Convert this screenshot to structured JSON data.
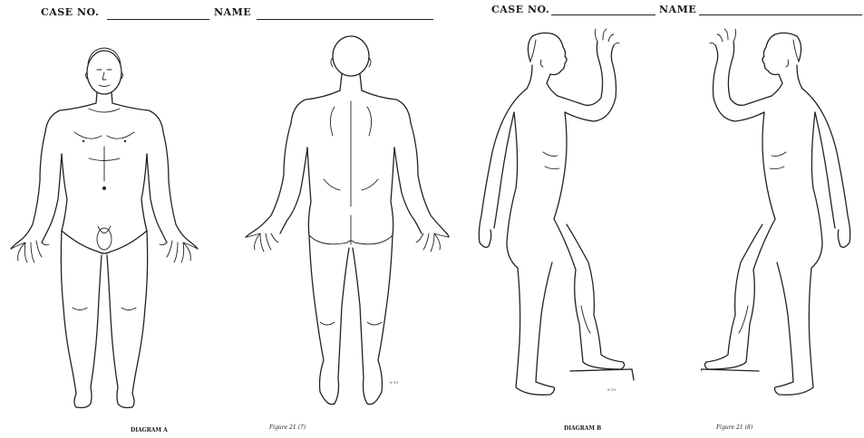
{
  "diagram_a": {
    "case_label": "CASE NO.",
    "name_label": "NAME",
    "caption": "DIAGRAM A",
    "figure_ref": "Figure 21 (7)",
    "tiny_mark": "8-19"
  },
  "diagram_b": {
    "case_label": "CASE NO.",
    "name_label": "NAME",
    "caption": "DIAGRAM B",
    "figure_ref": "Figure 21 (8)",
    "tiny_mark": "8-19"
  }
}
